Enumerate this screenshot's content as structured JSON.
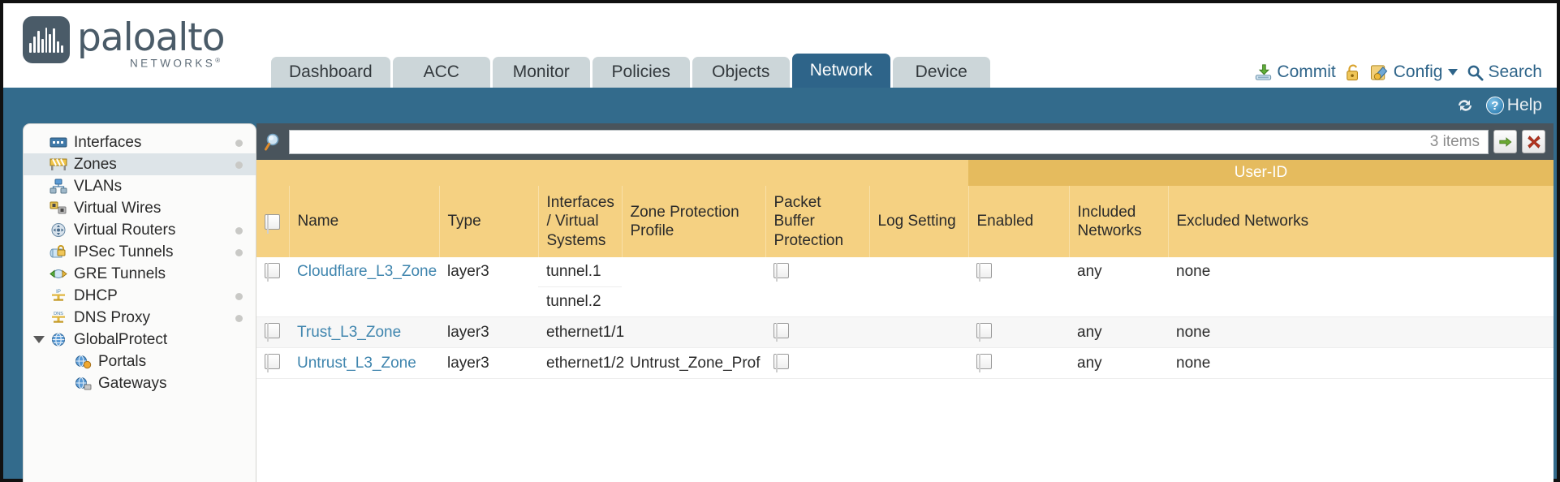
{
  "brand": {
    "name": "paloalto",
    "sub": "NETWORKS",
    "sup": "®"
  },
  "tabs": [
    {
      "label": "Dashboard",
      "active": false
    },
    {
      "label": "ACC",
      "active": false
    },
    {
      "label": "Monitor",
      "active": false
    },
    {
      "label": "Policies",
      "active": false
    },
    {
      "label": "Objects",
      "active": false
    },
    {
      "label": "Network",
      "active": true
    },
    {
      "label": "Device",
      "active": false
    }
  ],
  "header_actions": {
    "commit": "Commit",
    "config": "Config",
    "search": "Search",
    "lock_icon": "padlock-icon"
  },
  "subbar": {
    "refresh_icon": "refresh-icon",
    "help": "Help",
    "help_glyph": "?"
  },
  "sidebar": {
    "items": [
      {
        "label": "Interfaces",
        "icon": "interfaces-icon",
        "selected": false,
        "dot": true,
        "child": false,
        "tri": false
      },
      {
        "label": "Zones",
        "icon": "zones-icon",
        "selected": true,
        "dot": true,
        "child": false,
        "tri": false
      },
      {
        "label": "VLANs",
        "icon": "vlans-icon",
        "selected": false,
        "dot": false,
        "child": false,
        "tri": false
      },
      {
        "label": "Virtual Wires",
        "icon": "virtual-wires-icon",
        "selected": false,
        "dot": false,
        "child": false,
        "tri": false
      },
      {
        "label": "Virtual Routers",
        "icon": "virtual-routers-icon",
        "selected": false,
        "dot": true,
        "child": false,
        "tri": false
      },
      {
        "label": "IPSec Tunnels",
        "icon": "ipsec-tunnels-icon",
        "selected": false,
        "dot": true,
        "child": false,
        "tri": false
      },
      {
        "label": "GRE Tunnels",
        "icon": "gre-tunnels-icon",
        "selected": false,
        "dot": false,
        "child": false,
        "tri": false
      },
      {
        "label": "DHCP",
        "icon": "dhcp-icon",
        "selected": false,
        "dot": true,
        "child": false,
        "tri": false
      },
      {
        "label": "DNS Proxy",
        "icon": "dns-proxy-icon",
        "selected": false,
        "dot": true,
        "child": false,
        "tri": false
      },
      {
        "label": "GlobalProtect",
        "icon": "globalprotect-icon",
        "selected": false,
        "dot": false,
        "child": false,
        "tri": true
      },
      {
        "label": "Portals",
        "icon": "portals-icon",
        "selected": false,
        "dot": false,
        "child": true,
        "tri": false
      },
      {
        "label": "Gateways",
        "icon": "gateways-icon",
        "selected": false,
        "dot": false,
        "child": true,
        "tri": false
      }
    ]
  },
  "search": {
    "value": "",
    "placeholder": "",
    "item_count": "3 items",
    "go_icon": "green-arrow-icon",
    "clear_icon": "red-x-icon"
  },
  "table": {
    "group_header": {
      "label": "User-ID",
      "span": 3
    },
    "columns": [
      "Name",
      "Type",
      "Interfaces / Virtual Systems",
      "Zone Protection Profile",
      "Packet Buffer Protection",
      "Log Setting",
      "Enabled",
      "Included Networks",
      "Excluded Networks"
    ],
    "rows": [
      {
        "name": "Cloudflare_L3_Zone",
        "type": "layer3",
        "interfaces": [
          "tunnel.1",
          "tunnel.2"
        ],
        "zone_protection_profile": "",
        "packet_buffer_protection": false,
        "log_setting": "",
        "userid_enabled": false,
        "included_networks": "any",
        "excluded_networks": "none"
      },
      {
        "name": "Trust_L3_Zone",
        "type": "layer3",
        "interfaces": [
          "ethernet1/1"
        ],
        "zone_protection_profile": "",
        "packet_buffer_protection": false,
        "log_setting": "",
        "userid_enabled": false,
        "included_networks": "any",
        "excluded_networks": "none"
      },
      {
        "name": "Untrust_L3_Zone",
        "type": "layer3",
        "interfaces": [
          "ethernet1/2"
        ],
        "zone_protection_profile": "Untrust_Zone_Prof",
        "packet_buffer_protection": false,
        "log_setting": "",
        "userid_enabled": false,
        "included_networks": "any",
        "excluded_networks": "none"
      }
    ]
  },
  "colors": {
    "teal": "#336b8c",
    "tab_inactive": "#ccd6d9",
    "tab_active": "#2e6489",
    "header_gold": "#f5d182",
    "group_gold": "#e5bb5e",
    "link": "#3f85ae",
    "searchbar": "#49545c"
  }
}
